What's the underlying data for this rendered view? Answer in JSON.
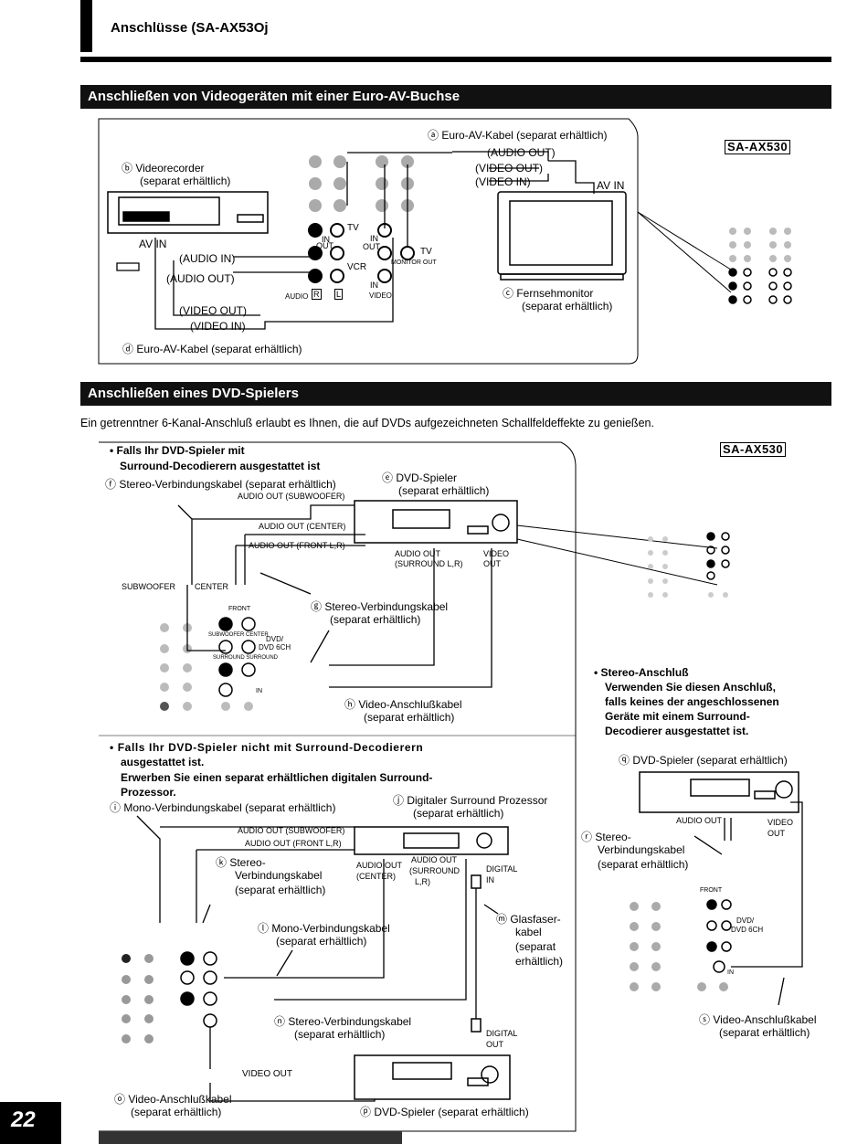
{
  "header": {
    "title": "Anschlüsse   (SA-AX53Oj",
    "page_number": "22"
  },
  "section1": {
    "heading": "Anschließen von Videogeräten mit einer Euro-AV-Buchse",
    "model": "SA-AX530",
    "a_label": "ⓐ Euro-AV-Kabel (separat erhältlich)",
    "b_label1": "ⓑ Videorecorder",
    "b_label2": "(separat  erhältlich)",
    "c_label1": "ⓒ Fernsehmonitor",
    "c_label2": "(separat  erhältlich)",
    "d_label": "ⓓ Euro-AV-Kabel (separat erhältlich)",
    "av_in_vcr": "AV IN",
    "av_in_tv": "AV IN",
    "audio_out_tv": "(AUDIO OUT)",
    "video_out_tv": "(VIDEO OUT)",
    "video_in_tv": "(VIDEO IN)",
    "audio_in_vcr": "(AUDIO IN)",
    "audio_out_vcr": "(AUDIO OUT)",
    "video_out_vcr": "(VIDEO OUT)",
    "video_in_vcr": "(VIDEO IN)",
    "jack_tv": "TV",
    "jack_in": "IN",
    "jack_out": "OUT",
    "jack_vcr": "VCR",
    "jack_monitor_out": "MONITOR OUT",
    "jack_audio": "AUDIO",
    "jack_r": "R",
    "jack_l": "L",
    "jack_video": "VIDEO"
  },
  "section2": {
    "heading": "Anschließen eines DVD-Spielers",
    "intro": "Ein getrenntner 6-Kanal-Anschluß erlaubt es Ihnen, die auf DVDs aufgezeichneten Schallfeldeffekte zu genießen.",
    "model": "SA-AX530",
    "case1_line1": "• Falls Ihr DVD-Spieler mit",
    "case1_line2": "Surround-Decodierern ausgestattet ist",
    "f_label": "ⓕ Stereo-Verbindungskabel (separat erhältlich)",
    "e_label1": "ⓔ DVD-Spieler",
    "e_label2": "(separat erhältlich)",
    "audio_out_sub": "AUDIO OUT (SUBWOOFER)",
    "audio_out_center": "AUDIO OUT (CENTER)",
    "audio_out_front": "AUDIO OUT (FRONT L,R)",
    "audio_out_surround1": "AUDIO OUT",
    "audio_out_surround2": "(SURROUND L,R)",
    "video_out1": "VIDEO",
    "video_out2": "OUT",
    "subwoofer": "SUBWOOFER",
    "center": "CENTER",
    "g_label1": "ⓖ Stereo-Verbindungskabel",
    "g_label2": "(separat erhältlich)",
    "h_label1": "ⓗ Video-Anschlußkabel",
    "h_label2": "(separat erhältlich)",
    "front": "FRONT",
    "dvd": "DVD/",
    "dvd6ch": "DVD 6CH",
    "subwoofer_center": "SUBWOOFER CENTER",
    "surround": "SURROUND SURROUND",
    "in": "IN",
    "case2_line1": "• Falls Ihr DVD-Spieler nicht mit Surround-Decodierern",
    "case2_line2": "ausgestattet ist.",
    "case2_line3": "Erwerben Sie einen separat erhältlichen digitalen Surround-",
    "case2_line4": "Prozessor.",
    "i_label": "ⓘ Mono-Verbindungskabel (separat erhältlich)",
    "j_label1": "ⓙ Digitaler Surround Prozessor",
    "j_label2": "(separat  erhältlich)",
    "proc_audio_out_sub": "AUDIO OUT (SUBWOOFER)",
    "proc_audio_out_front": "AUDIO OUT (FRONT L,R)",
    "proc_audio_out1": "AUDIO OUT",
    "proc_center": "(CENTER)",
    "proc_audio_out2": "AUDIO OUT",
    "proc_surround": "(SURROUND",
    "proc_lr": "L,R)",
    "digital_in1": "DIGITAL",
    "digital_in2": "IN",
    "k_label1": "ⓚ Stereo-",
    "k_label2": "Verbindungskabel",
    "k_label3": "(separat erhältlich)",
    "l_label1": "ⓛ Mono-Verbindungskabel",
    "l_label2": "(separat erhältlich)",
    "m_label1": "ⓜ Glasfaser-",
    "m_label2": "kabel",
    "m_label3": "(separat",
    "m_label4": "erhältlich)",
    "n_label1": "ⓝ Stereo-Verbindungskabel",
    "n_label2": "(separat erhältlich)",
    "digital_out1": "DIGITAL",
    "digital_out2": "OUT",
    "video_out_p": "VIDEO OUT",
    "o_label1": "ⓞ Video-Anschlußkabel",
    "o_label2": "(separat  erhältlich)",
    "p_label": "ⓟ DVD-Spieler (separat erhältlich)",
    "stereo_title": "• Stereo-Anschluß",
    "stereo_line1": "Verwenden Sie diesen Anschluß,",
    "stereo_line2": "falls keines der angeschlossenen",
    "stereo_line3": "Geräte mit einem Surround-",
    "stereo_line4": "Decodierer ausgestattet ist.",
    "q_label": "ⓠ DVD-Spieler (separat erhältlich)",
    "q_audio_out": "AUDIO OUT",
    "q_video1": "VIDEO",
    "q_video2": "OUT",
    "r_label1": "ⓡ Stereo-",
    "r_label2": "Verbindungskabel",
    "r_label3": "(separat erhältlich)",
    "s_label1": "ⓢ Video-Anschlußkabel",
    "s_label2": "(separat  erhältlich)"
  }
}
